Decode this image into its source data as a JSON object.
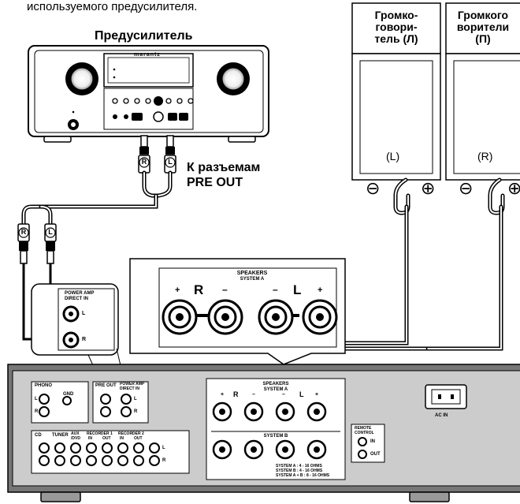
{
  "intro_text": "используемого предусилителя.",
  "preamp": {
    "title": "Предусилитель",
    "brand": "marantz",
    "jack_r": "R",
    "jack_l": "L"
  },
  "preout_label": {
    "line1": "К  разъемам",
    "line2": "PRE OUT"
  },
  "speaker_left": {
    "title_line1": "Громко-",
    "title_line2": "говори-",
    "title_line3": "тель (Л)",
    "channel": "(L)"
  },
  "speaker_right": {
    "title_line1": "Громкого",
    "title_line2": "ворители",
    "title_line3": "(П)",
    "channel": "(R)"
  },
  "polarity": {
    "minus": "⊖",
    "plus": "⊕"
  },
  "cable_plugs": {
    "r": "R",
    "l": "L"
  },
  "power_amp_in_inset": {
    "title_line1": "POWER AMP",
    "title_line2": "DIRECT IN",
    "l": "L",
    "r": "R"
  },
  "speakers_inset": {
    "title": "SPEAKERS",
    "subtitle": "SYSTEM A",
    "plus": "+",
    "minus": "–",
    "r": "R",
    "l": "L"
  },
  "amp_rear": {
    "phono": "PHONO",
    "gnd": "GND",
    "pre_out": "PRE OUT",
    "power_amp_in_1": "POWER AMP",
    "power_amp_in_2": "DIRECT IN",
    "speakers_title": "SPEAKERS",
    "system_a": "SYSTEM A",
    "system_b": "SYSTEM B",
    "spec_a": "SYSTEM A        : 4 - 16 OHMS",
    "spec_b": "SYSTEM B        : 4 - 16 OHMS",
    "spec_ab": "SYSTEM A + B : 8 - 16 OHMS",
    "remote_1": "REMOTE",
    "remote_2": "CONTROL",
    "remote_in": "IN",
    "remote_out": "OUT",
    "ac_in": "AC IN",
    "cd": "CD",
    "tuner": "TUNER",
    "aux_1": "AUX",
    "aux_2": "/DVD",
    "rec1": "RECORDER 1",
    "rec2": "RECORDER 2",
    "in": "IN",
    "out": "OUT",
    "l": "L",
    "r": "R",
    "plus": "+",
    "minus": "–"
  }
}
